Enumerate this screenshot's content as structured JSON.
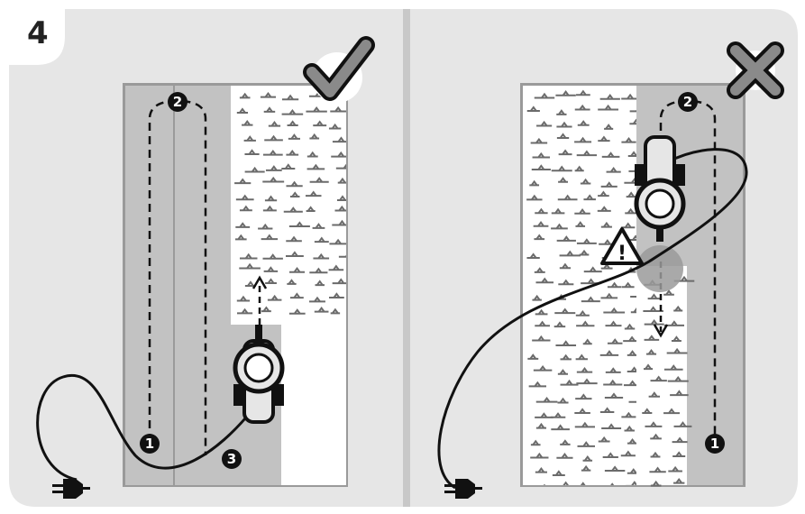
{
  "step_number": "4",
  "colors": {
    "panel": "#e6e6e6",
    "mowed": "#c2c2c2",
    "border": "#9a9a9a",
    "grass_mark": "#6b6b6b",
    "ink": "#111111",
    "correct_mark": "#8a8a8a",
    "wrong_mark": "#8a8a8a"
  },
  "panels": [
    {
      "id": "correct",
      "verdict_icon": "checkmark-icon",
      "waypoints": [
        "1",
        "2",
        "3"
      ]
    },
    {
      "id": "incorrect",
      "verdict_icon": "cross-icon",
      "waypoints": [
        "1",
        "2"
      ],
      "warning_symbol": "!"
    }
  ],
  "icons": [
    "plug-icon",
    "lawnmower-icon",
    "warning-icon"
  ]
}
